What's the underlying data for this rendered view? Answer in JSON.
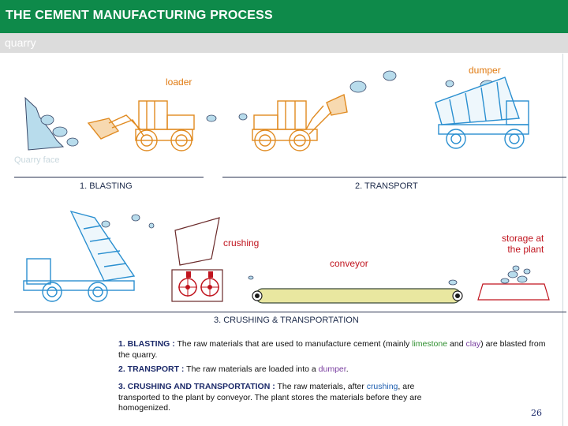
{
  "header": {
    "title": "THE CEMENT MANUFACTURING PROCESS"
  },
  "subbar": {
    "title": "quarry"
  },
  "labels": {
    "dumper": "dumper",
    "loader": "loader",
    "quarry_face": "Quarry face",
    "crushing": "crushing",
    "storage": "storage at\nthe plant",
    "conveyor": "conveyor"
  },
  "steps": {
    "blasting": "1. BLASTING",
    "transport": "2. TRANSPORT",
    "crushing_transport": "3. CRUSHING & TRANSPORTATION"
  },
  "description": {
    "p1": {
      "name": "1. BLASTING :",
      "t1": "The raw materials that are used to manufacture cement (mainly",
      "limestone": "limestone",
      "t2": "and",
      "clay": "clay",
      "t3": ") are blasted from the quarry."
    },
    "p2": {
      "name": "2. TRANSPORT :",
      "t1": "The raw materials are loaded into a",
      "dumper": "dumper",
      "t2": "."
    },
    "p3": {
      "name": "3. CRUSHING AND TRANSPORTATION :",
      "t1": "The raw materials, after",
      "crushing": "crushing",
      "t2": ", are transported to the plant by conveyor. The plant stores the materials before they are homogenized."
    }
  },
  "page_number": "26",
  "colors": {
    "header": "#0e8a4a",
    "subbar": "#dcdcdc",
    "loader_line": "#e08a20",
    "dumper_line": "#2a8fd0",
    "rock": "#b8dcec",
    "conveyor_fill": "#e9e7a0",
    "crusher_red": "#c0141e"
  }
}
